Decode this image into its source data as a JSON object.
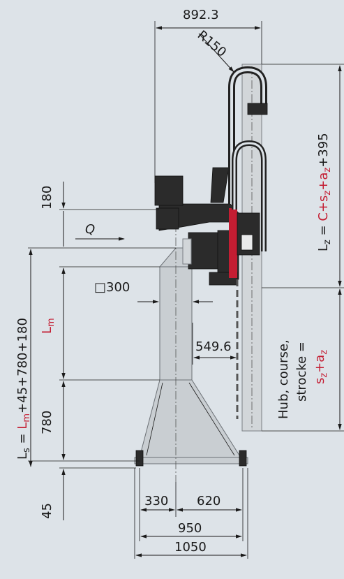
{
  "labels": {
    "top_width": "892.3",
    "radius": "R150",
    "q": "Q",
    "square": "□300",
    "offset": "549.6",
    "h180": "180",
    "h780": "780",
    "h45": "45",
    "b330": "330",
    "b620": "620",
    "b950": "950",
    "b1050": "1050",
    "lm": "L",
    "lm_sub": "m",
    "ls_prefix": "L",
    "ls_sub": "s",
    "ls_eq": " = ",
    "ls_lm": "L",
    "ls_lm_sub": "m",
    "ls_rest": "+45+780+180",
    "lz_prefix": "L",
    "lz_sub": "z",
    "lz_eq": " = ",
    "lz_c": "C+s",
    "lz_c_sub": "z",
    "lz_a": "+a",
    "lz_a_sub": "z",
    "lz_rest": "+395",
    "hub_line1": "Hub, course,",
    "hub_line2": "strocke =",
    "hub_s": "s",
    "hub_s_sub": "z",
    "hub_plus": "+a",
    "hub_a_sub": "z"
  },
  "colors": {
    "accent": "#c41d32",
    "background": "#dde3e8"
  }
}
